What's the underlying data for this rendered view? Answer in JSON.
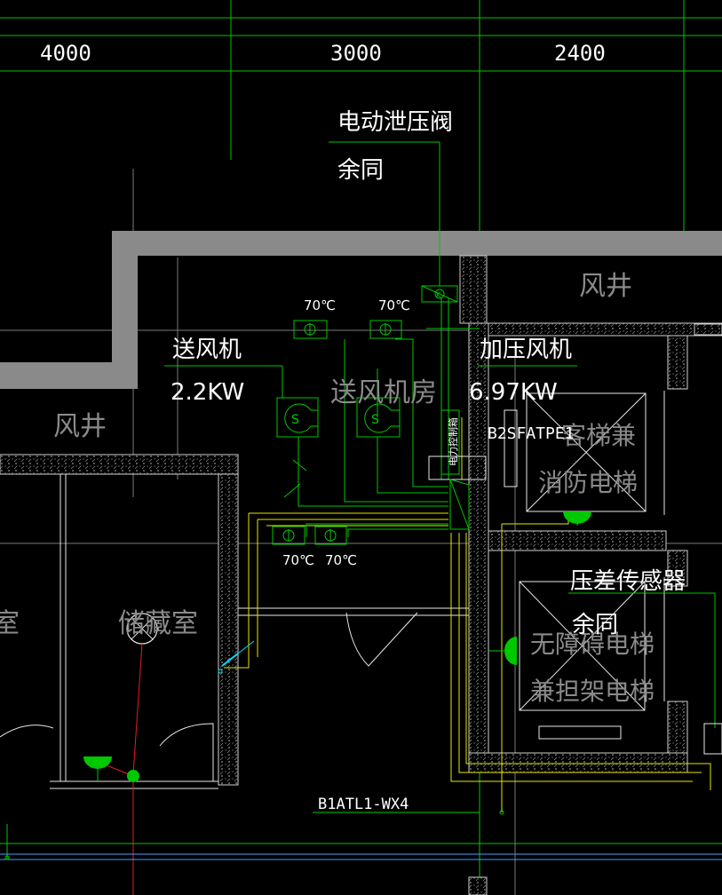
{
  "dimensions": [
    "4000",
    "3000",
    "2400"
  ],
  "labels": {
    "damper": "电动泄压阀",
    "damper_note": "余同",
    "supply_fan": "送风机",
    "supply_fan_power": "2.2KW",
    "supply_fan_room": "送风机房",
    "press_fan": "加压风机",
    "press_fan_power": "6.97KW",
    "shaft_left": "风井",
    "shaft_right": "风井",
    "storage": "储藏室",
    "storage_partial": "室",
    "panel": "B2SFATPE1",
    "control_box": "电力控制箱",
    "elevator_a_line1": "客梯兼",
    "elevator_a_line2": "消防电梯",
    "sensor": "压差传感器",
    "sensor_note": "余同",
    "elevator_b_line1": "无障碍电梯",
    "elevator_b_line2": "兼担架电梯",
    "circuit": "B1ATL1-WX4",
    "temp": "70℃",
    "fan_symbol": "S",
    "valve_symbol": "K"
  },
  "colors": {
    "background": "#000000",
    "wiring": "#00c800",
    "wall": "#8a8a8a",
    "cable": "#e6e600",
    "riser": "#e02020",
    "circuit_line": "#3fa0ff"
  }
}
